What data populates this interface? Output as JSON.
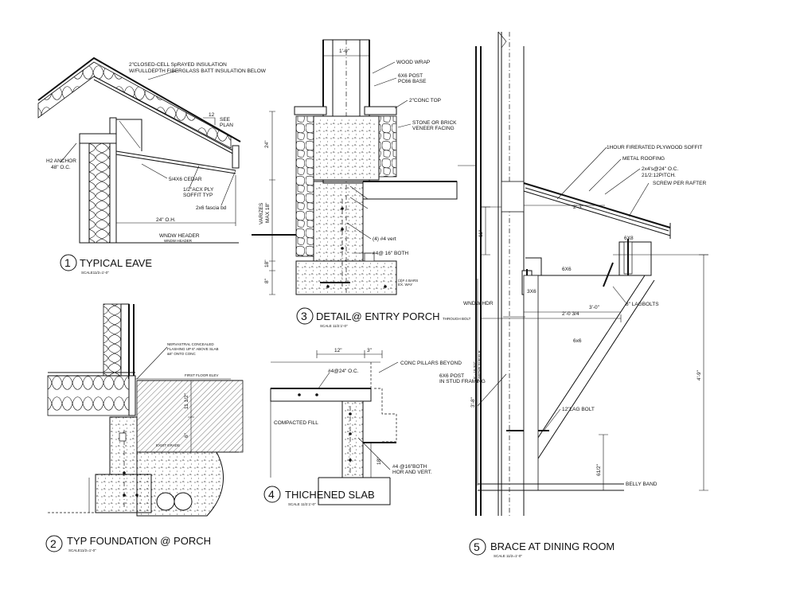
{
  "details": [
    {
      "number": "1",
      "title": "TYPICAL EAVE",
      "scale": "SCALE11/2=1'-0\"",
      "notes": {
        "insulation_1": "2\"CLOSED-CELL SpRAYED INSULATION",
        "insulation_2": "W/FULLDEPTH FIBERGLASS BATT INSULATION BELOW",
        "pitch": "12",
        "see_plan_1": "SEE",
        "see_plan_2": "PLAN",
        "anchor_1": "H2 ANCHOR",
        "anchor_2": "48\" O.C.",
        "cedar": "5/4X6 CEDAR",
        "soffit_1": "1/2\"ACX PLY",
        "soffit_2": "SOFFIT TYP",
        "fascia": "2x6 fascia bd",
        "overhang": "24\" O.H.",
        "header": "WNDW HEADER",
        "header_small": "WNDW HEADER"
      }
    },
    {
      "number": "2",
      "title": "TYP FOUNDATION @ PORCH",
      "scale": "SCALE11/2=1'-0\"",
      "notes": {
        "flashing_1": "NERVASTRAL CONCEALED",
        "flashing_2": "FLASHING UP 6\" ABOVE SLAB",
        "flashing_3": "&6\" ONTO CONC",
        "floor_elev": "FIRST FLOOR ELEV",
        "dim_11": "11 1/2\"",
        "dim_6": "6\"",
        "grade": "EXIST GRADE"
      }
    },
    {
      "number": "3",
      "title": "DETAIL@ ENTRY PORCH",
      "scale": "SCALE 11/2:1'-0\"",
      "notes": {
        "dim_top": "1'-0\"",
        "wood_wrap": "WOOD WRAP",
        "post_1": "6X6 POST",
        "post_2": "PC66 BASE",
        "conc_top": "2\"CONC TOP",
        "stone_1": "STONE OR BRICK",
        "stone_2": "VENEER FACING",
        "dim_24": "24\"",
        "varies_1": "VARIZES",
        "varies_2": "MAX 18\"",
        "vert": "(4) #4 vert",
        "both": "#4@ 16\" BOTH",
        "dim_18": "18\"",
        "dim_8": "8\"",
        "footing_1": "(3)# 4 BARS",
        "footing_2": "EX. WAY"
      }
    },
    {
      "number": "4",
      "title": "THICHENED SLAB",
      "scale": "SCALE 11/2:1'-0\"",
      "notes": {
        "dim_12": "12\"",
        "dim_3": "3\"",
        "pillars": "CONC PILLARS BEYOND",
        "rebar_top": "#4@24\" O.C.",
        "fill": "COMPACTED FILL",
        "dim_18": "18\"",
        "rebar_1": "#4 @16\"BOTH",
        "rebar_2": "HOR AND VERT."
      }
    },
    {
      "number": "5",
      "title": "BRACE AT DINING ROOM",
      "scale": "SCALE 11/2=1'-0\"",
      "notes": {
        "soffit": "1HOUR FIRERATED PLYWOOD SOFFIT",
        "roofing": "METAL ROOFING",
        "rafter_1": "2x4's@24\" O.C.",
        "rafter_2": "21/2:12PITCH.",
        "screw": "SCREW PER RAFTER",
        "dim_23": "2'-3\"",
        "dim_11": "11\"",
        "member_6x8": "6X8",
        "member_6x6": "6X6",
        "member_3x6": "3X6",
        "lagbolts": "8\" LAGBOLTS",
        "wndw_hdr": "WNDW HDR",
        "dim_30": "3'-0\"",
        "through_bolt": "THROUGH BOLT",
        "dim_2034": "2'-0 3/4",
        "above_floor_1": "5' - 10 3/4\"",
        "above_floor_2": "ABOVE SUB FLR",
        "brace": "6x6",
        "post_1": "6X6 POST",
        "post_2": "IN STUD FRAMING",
        "dim_38": "3'-8\"",
        "dim_49": "4'-9\"",
        "lag_bolt": "12\"LAG BOLT",
        "dim_612": "61/2\"",
        "belly_band": "BELLY BAND"
      }
    }
  ]
}
